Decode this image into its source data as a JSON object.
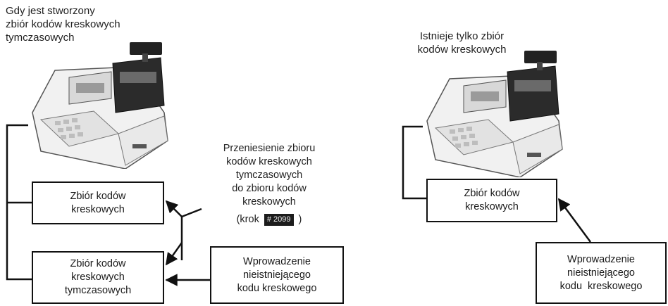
{
  "left": {
    "caption_lines": [
      "Gdy jest stworzony",
      "zbiór kodów kreskowych",
      "tymczasowych"
    ],
    "box_main": [
      "Zbiór kodów",
      "kreskowych"
    ],
    "box_temp": [
      "Zbiór kodów",
      "kreskowych",
      "tymczasowych"
    ],
    "transfer_lines": [
      "Przeniesienie zbioru",
      "kodów kreskowych",
      "tymczasowych",
      "do zbioru kodów",
      "kreskowych"
    ],
    "step_prefix": "(krok",
    "step_code": "# 2099",
    "step_suffix": ")",
    "box_input": [
      "Wprowadzenie",
      "nieistniejącego",
      "kodu kreskowego"
    ]
  },
  "right": {
    "caption_lines": [
      "Istnieje tylko zbiór",
      "kodów kreskowych"
    ],
    "box_main": [
      "Zbiór kodów",
      "kreskowych"
    ],
    "box_input": [
      "Wprowadzenie",
      "nieistniejącego",
      "kodu  kreskowego"
    ]
  }
}
